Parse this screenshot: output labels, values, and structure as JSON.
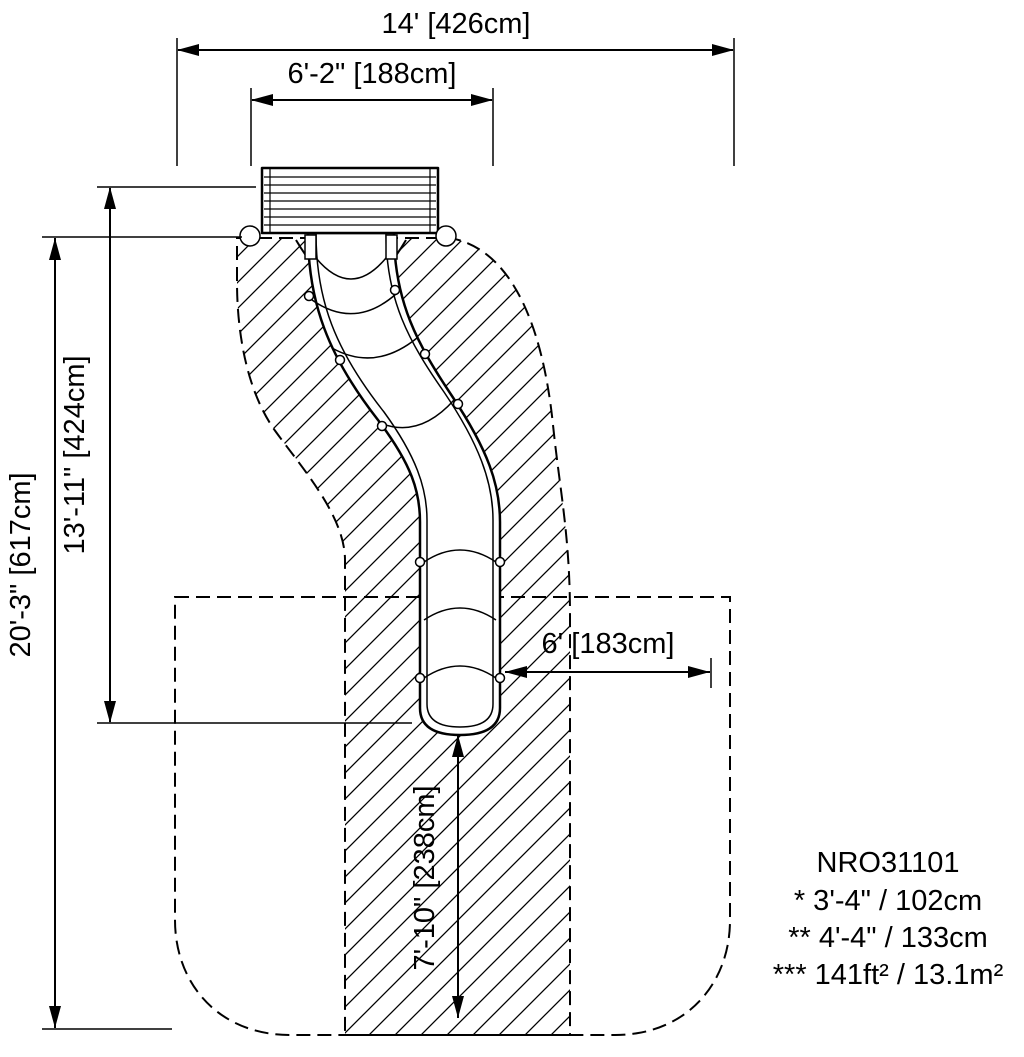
{
  "drawing": {
    "type": "playground-slide-plan-view",
    "colors": {
      "line": "#000000",
      "background": "#ffffff"
    },
    "dimensions": {
      "total_width": "14' [426cm]",
      "platform_width": "6'-2\" [188cm]",
      "slide_length": "13'-11\" [424cm]",
      "overall_length": "20'-3\" [617cm]",
      "exit_side_clearance": "6' [183cm]",
      "exit_front_clearance": "7'-10\" [238cm]"
    },
    "notes": {
      "model": "NRO31101",
      "line1": "* 3'-4\" / 102cm",
      "line2": "** 4'-4\" / 133cm",
      "line3": "*** 141ft² / 13.1m²"
    }
  }
}
